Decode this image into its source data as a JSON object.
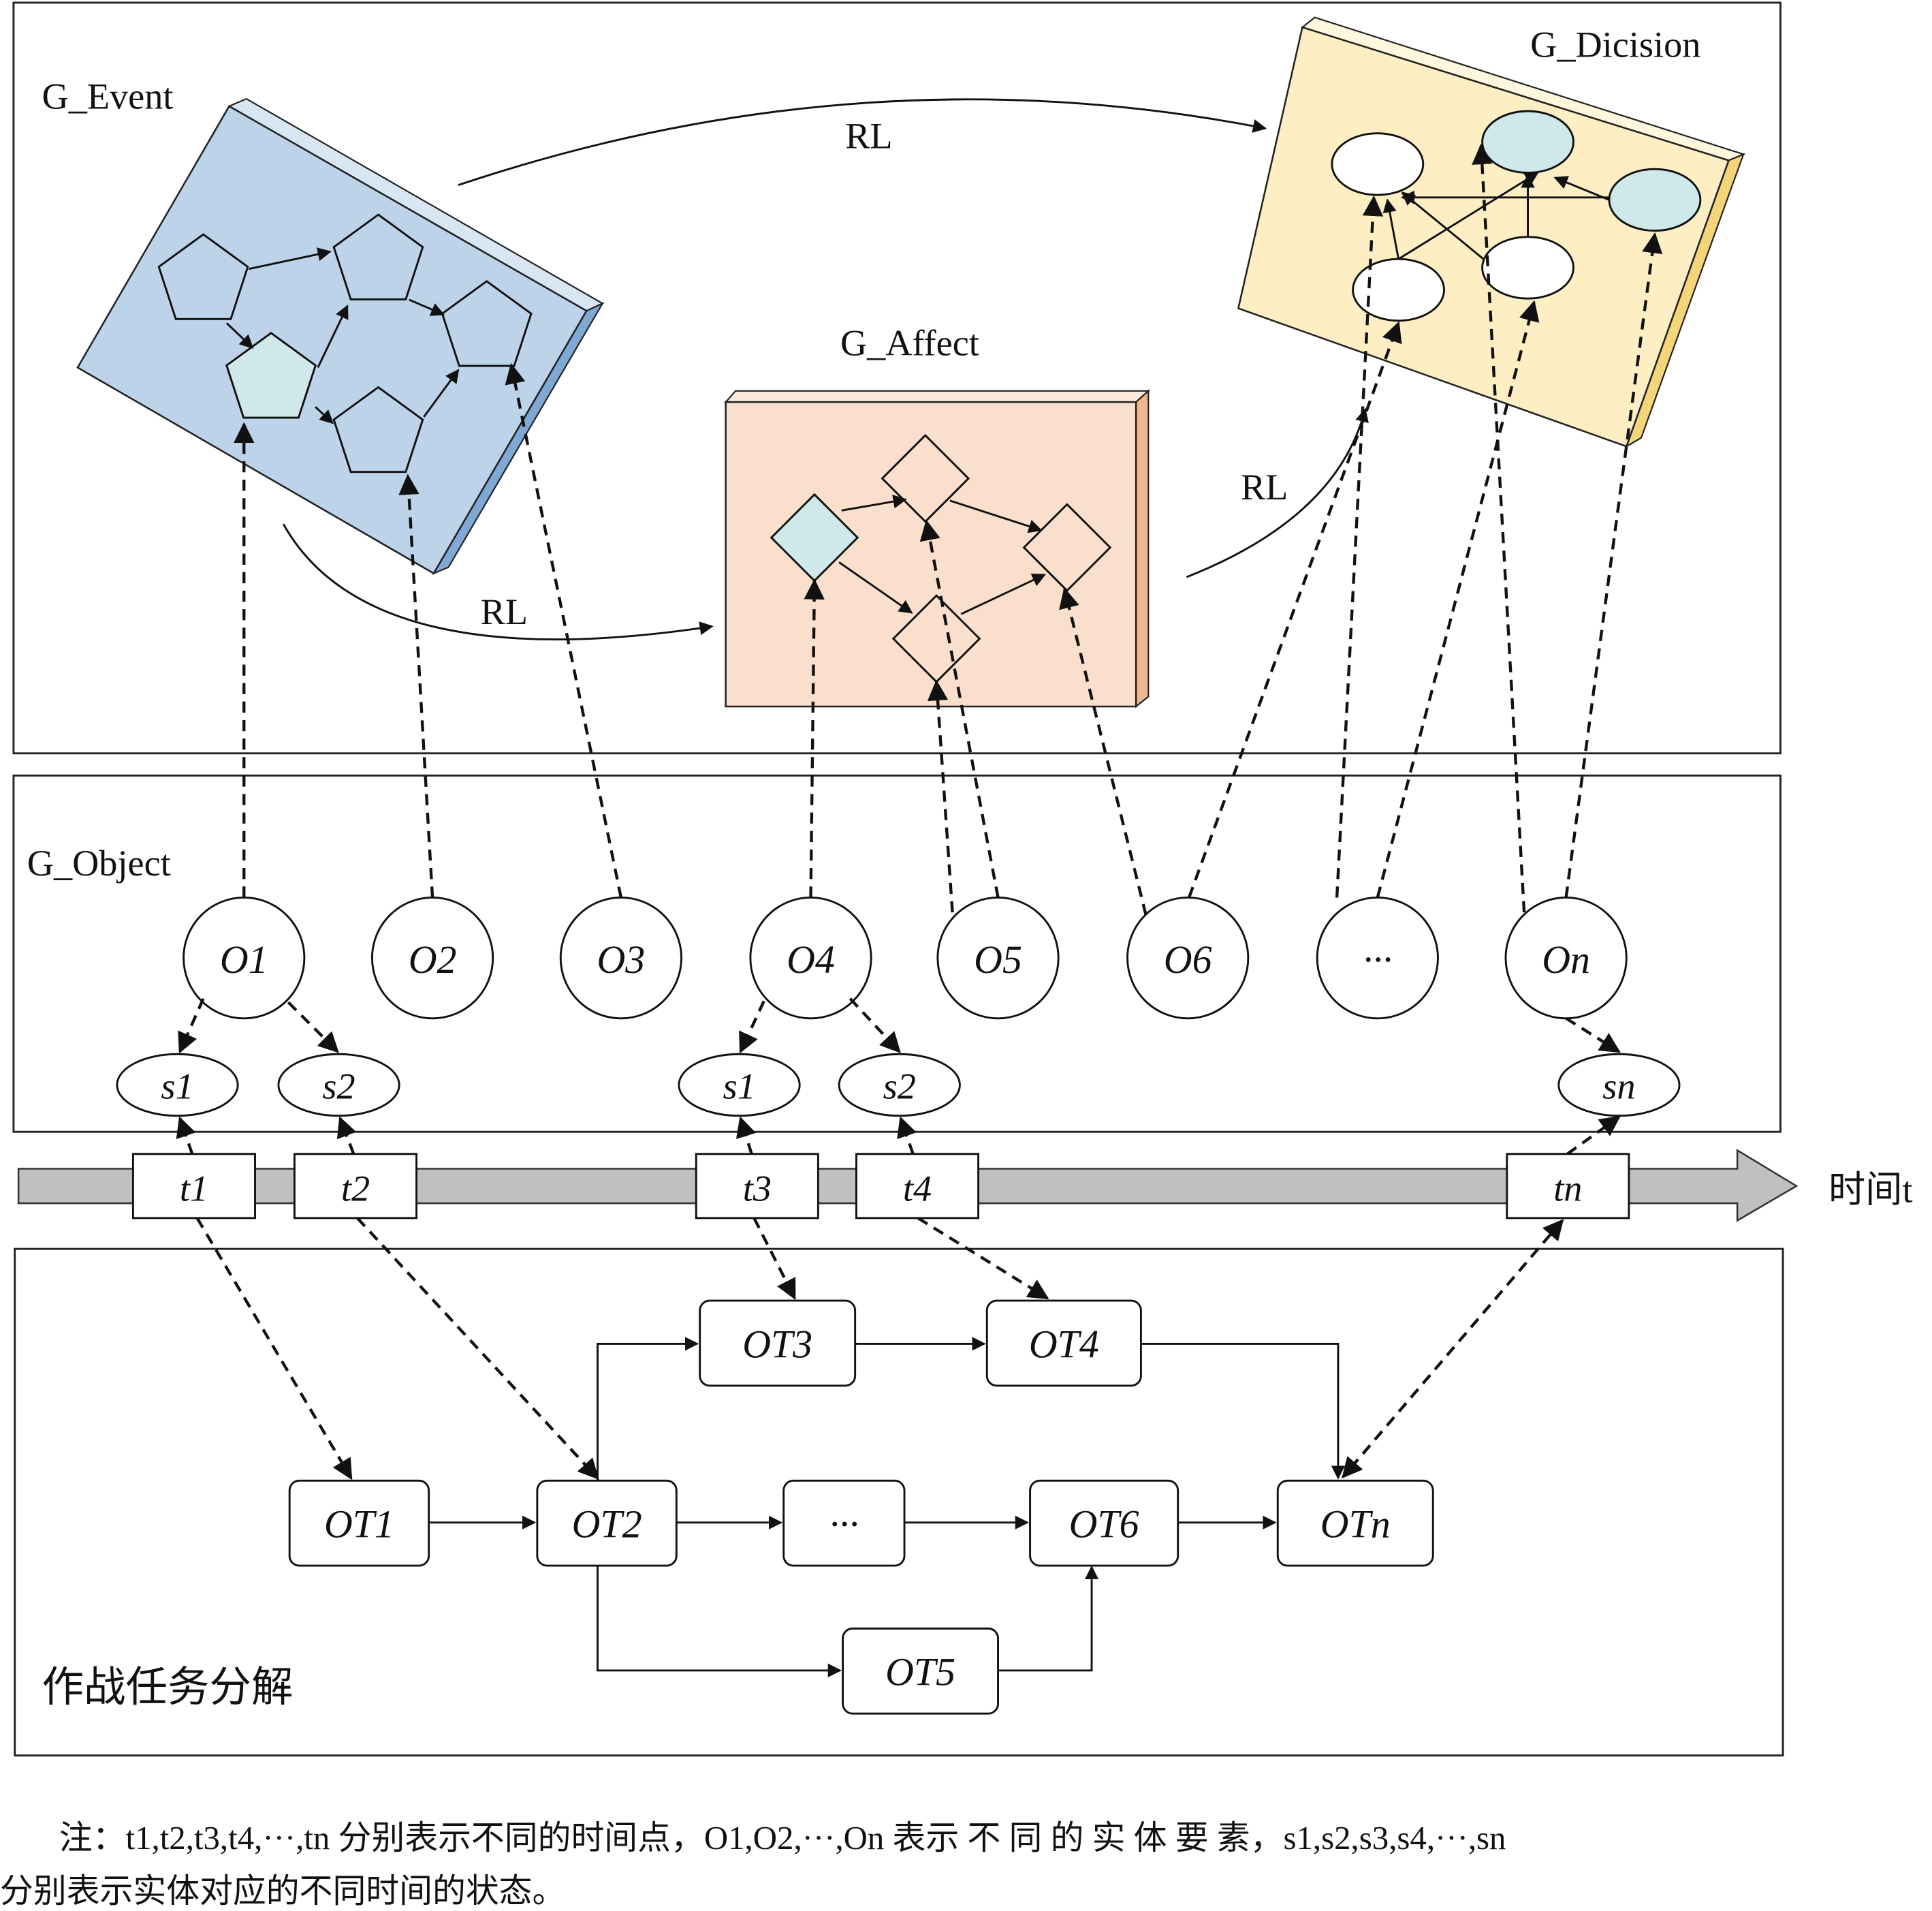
{
  "sections": {
    "event_graph": "G_Event",
    "affect_graph": "G_Affect",
    "decision_graph": "G_Dicision",
    "object_graph": "G_Object",
    "task_decomposition": "作战任务分解"
  },
  "relation_label": "RL",
  "objects": [
    "O1",
    "O2",
    "O3",
    "O4",
    "O5",
    "O6",
    "···",
    "On"
  ],
  "states": [
    "s1",
    "s2",
    "s1",
    "s2",
    "sn"
  ],
  "time_axis": {
    "label": "时间t",
    "points": [
      "t1",
      "t2",
      "t3",
      "t4",
      "tn"
    ]
  },
  "tasks": {
    "ot1": "OT1",
    "ot2": "OT2",
    "ot3": "OT3",
    "ot4": "OT4",
    "ot5": "OT5",
    "ot6": "OT6",
    "otn": "OTn",
    "ellipsis": "···"
  },
  "note": {
    "line1": "注：t1,t2,t3,t4,···,tn 分别表示不同的时间点，O1,O2,···,On 表示 不 同 的 实 体 要 素，s1,s2,s3,s4,···,sn",
    "line2": "分别表示实体对应的不同时间的状态。"
  },
  "colors": {
    "event_panel": "#bcd3ea",
    "affect_panel": "#f9dfcc",
    "decision_panel": "#fdefc3",
    "highlight_node": "#cfe8ea",
    "time_arrow": "#c0c0c0"
  }
}
